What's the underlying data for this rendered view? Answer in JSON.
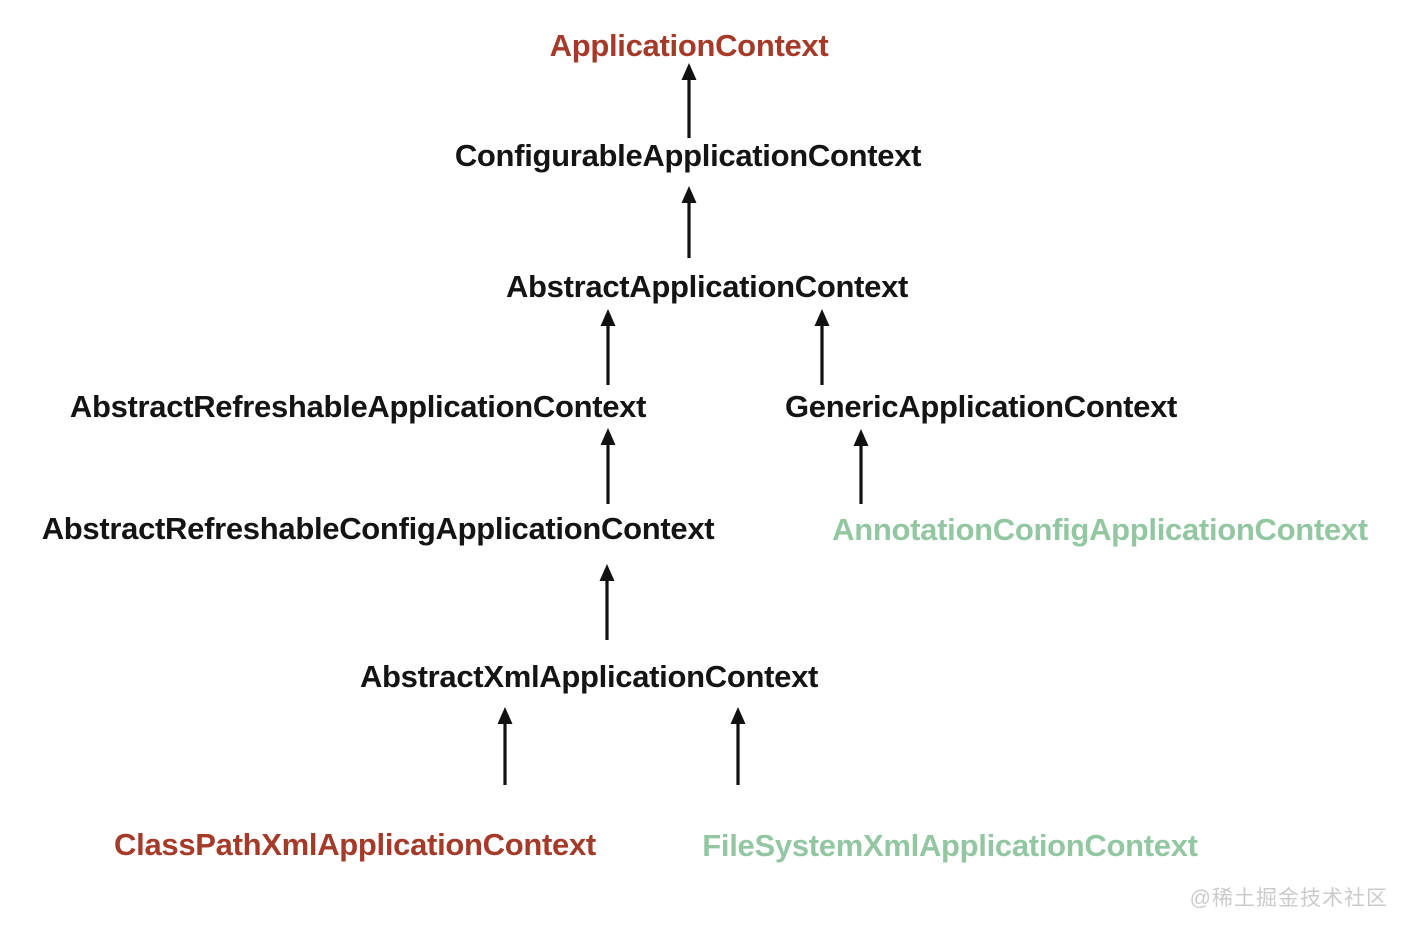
{
  "diagram": {
    "colors": {
      "interface_red": "#A63A28",
      "highlight_green": "#93C7A2",
      "class_black": "#141414",
      "arrow_black": "#111111"
    },
    "nodes": [
      {
        "id": "application-context",
        "label": "ApplicationContext",
        "color": "red"
      },
      {
        "id": "configurable-application-context",
        "label": "ConfigurableApplicationContext",
        "color": "black"
      },
      {
        "id": "abstract-application-context",
        "label": "AbstractApplicationContext",
        "color": "black"
      },
      {
        "id": "abstract-refreshable-application-context",
        "label": "AbstractRefreshableApplicationContext",
        "color": "black"
      },
      {
        "id": "generic-application-context",
        "label": "GenericApplicationContext",
        "color": "black"
      },
      {
        "id": "abstract-refreshable-config-application-context",
        "label": "AbstractRefreshableConfigApplicationContext",
        "color": "black"
      },
      {
        "id": "annotation-config-application-context",
        "label": "AnnotationConfigApplicationContext",
        "color": "green"
      },
      {
        "id": "abstract-xml-application-context",
        "label": "AbstractXmlApplicationContext",
        "color": "black"
      },
      {
        "id": "class-path-xml-application-context",
        "label": "ClassPathXmlApplicationContext",
        "color": "red"
      },
      {
        "id": "file-system-xml-application-context",
        "label": "FileSystemXmlApplicationContext",
        "color": "green"
      }
    ],
    "edges": [
      {
        "from": "ConfigurableApplicationContext",
        "to": "ApplicationContext"
      },
      {
        "from": "AbstractApplicationContext",
        "to": "ConfigurableApplicationContext"
      },
      {
        "from": "AbstractRefreshableApplicationContext",
        "to": "AbstractApplicationContext"
      },
      {
        "from": "GenericApplicationContext",
        "to": "AbstractApplicationContext"
      },
      {
        "from": "AbstractRefreshableConfigApplicationContext",
        "to": "AbstractRefreshableApplicationContext"
      },
      {
        "from": "AnnotationConfigApplicationContext",
        "to": "GenericApplicationContext"
      },
      {
        "from": "AbstractXmlApplicationContext",
        "to": "AbstractRefreshableConfigApplicationContext"
      },
      {
        "from": "ClassPathXmlApplicationContext",
        "to": "AbstractXmlApplicationContext"
      },
      {
        "from": "FileSystemXmlApplicationContext",
        "to": "AbstractXmlApplicationContext"
      }
    ]
  },
  "watermark": {
    "text": "@稀土掘金技术社区",
    "color": "#CBCBCB"
  }
}
